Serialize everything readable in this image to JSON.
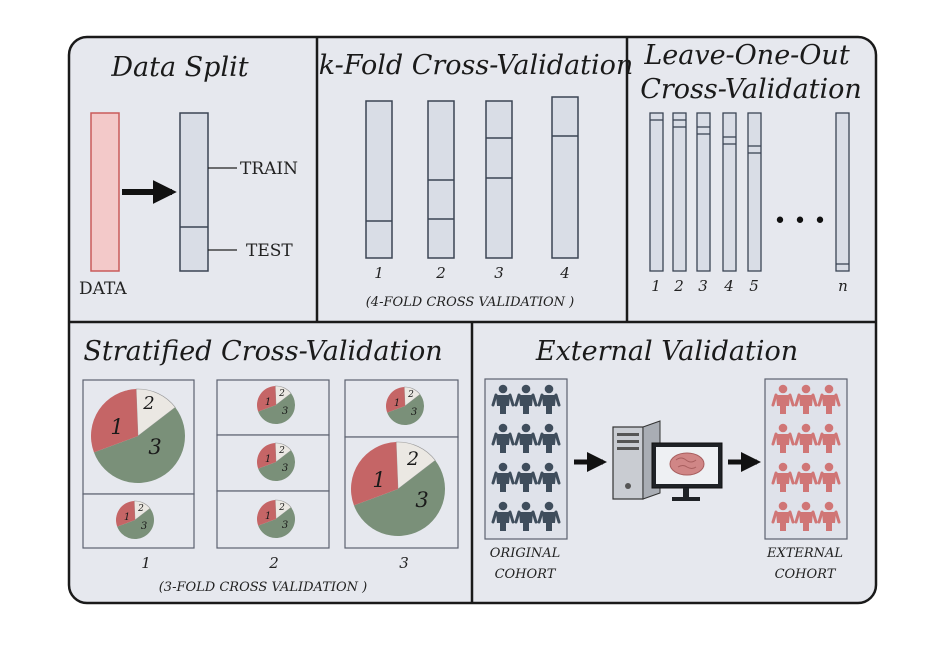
{
  "colors": {
    "panel_bg": "#e6e8ee",
    "bar_fill": "#d9dde6",
    "bar_stroke": "#3b4454",
    "data_fill": "#f3c9c9",
    "data_stroke": "#c95a5a",
    "pie_red": "#c56566",
    "pie_green": "#7a9079",
    "pie_light": "#ebe8e3",
    "person_dark": "#3f4d5c",
    "person_red": "#d07676"
  },
  "data_split": {
    "title": "Data Split",
    "data_label": "DATA",
    "train_label": "TRAIN",
    "test_label": "TEST"
  },
  "kfold": {
    "title": "k-Fold Cross-Validation",
    "fold_labels": [
      "1",
      "2",
      "3",
      "4"
    ],
    "note": "(4-FOLD CROSS VALIDATION )"
  },
  "loo": {
    "title_line1": "Leave-One-Out",
    "title_line2": "Cross-Validation",
    "labels": [
      "1",
      "2",
      "3",
      "4",
      "5"
    ],
    "ellipsis": "• • •",
    "last_label": "n"
  },
  "stratified": {
    "title": "Stratified Cross-Validation",
    "fold_labels": [
      "1",
      "2",
      "3"
    ],
    "slice_labels": [
      "1",
      "2",
      "3"
    ],
    "note": "(3-FOLD CROSS VALIDATION )"
  },
  "external": {
    "title": "External Validation",
    "original_line1": "ORIGINAL",
    "original_line2": "COHORT",
    "external_line1": "EXTERNAL",
    "external_line2": "COHORT"
  }
}
